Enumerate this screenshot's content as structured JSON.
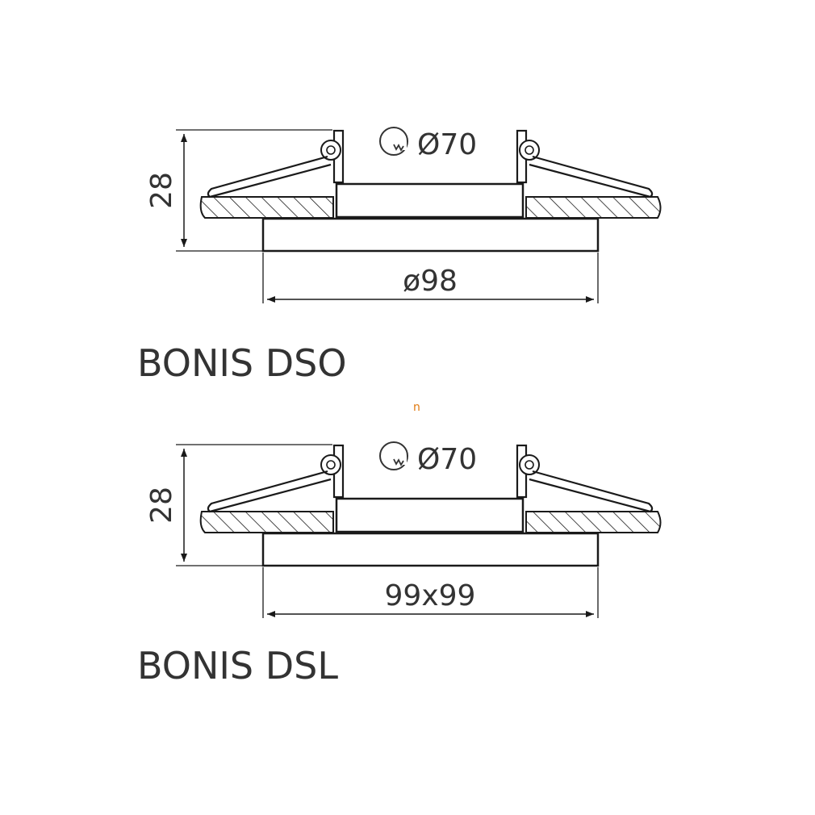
{
  "colors": {
    "line": "#1a1a1a",
    "text": "#333333",
    "mark": "#e07a10"
  },
  "mark_text": "n",
  "drawings": [
    {
      "title": "BONIS DSO",
      "height_label": "28",
      "cutout_label": "Ø70",
      "outer_label": "ø98",
      "icon": "cutout-saw-icon"
    },
    {
      "title": "BONIS DSL",
      "height_label": "28",
      "cutout_label": "Ø70",
      "outer_label": "99x99",
      "icon": "cutout-saw-icon"
    }
  ]
}
